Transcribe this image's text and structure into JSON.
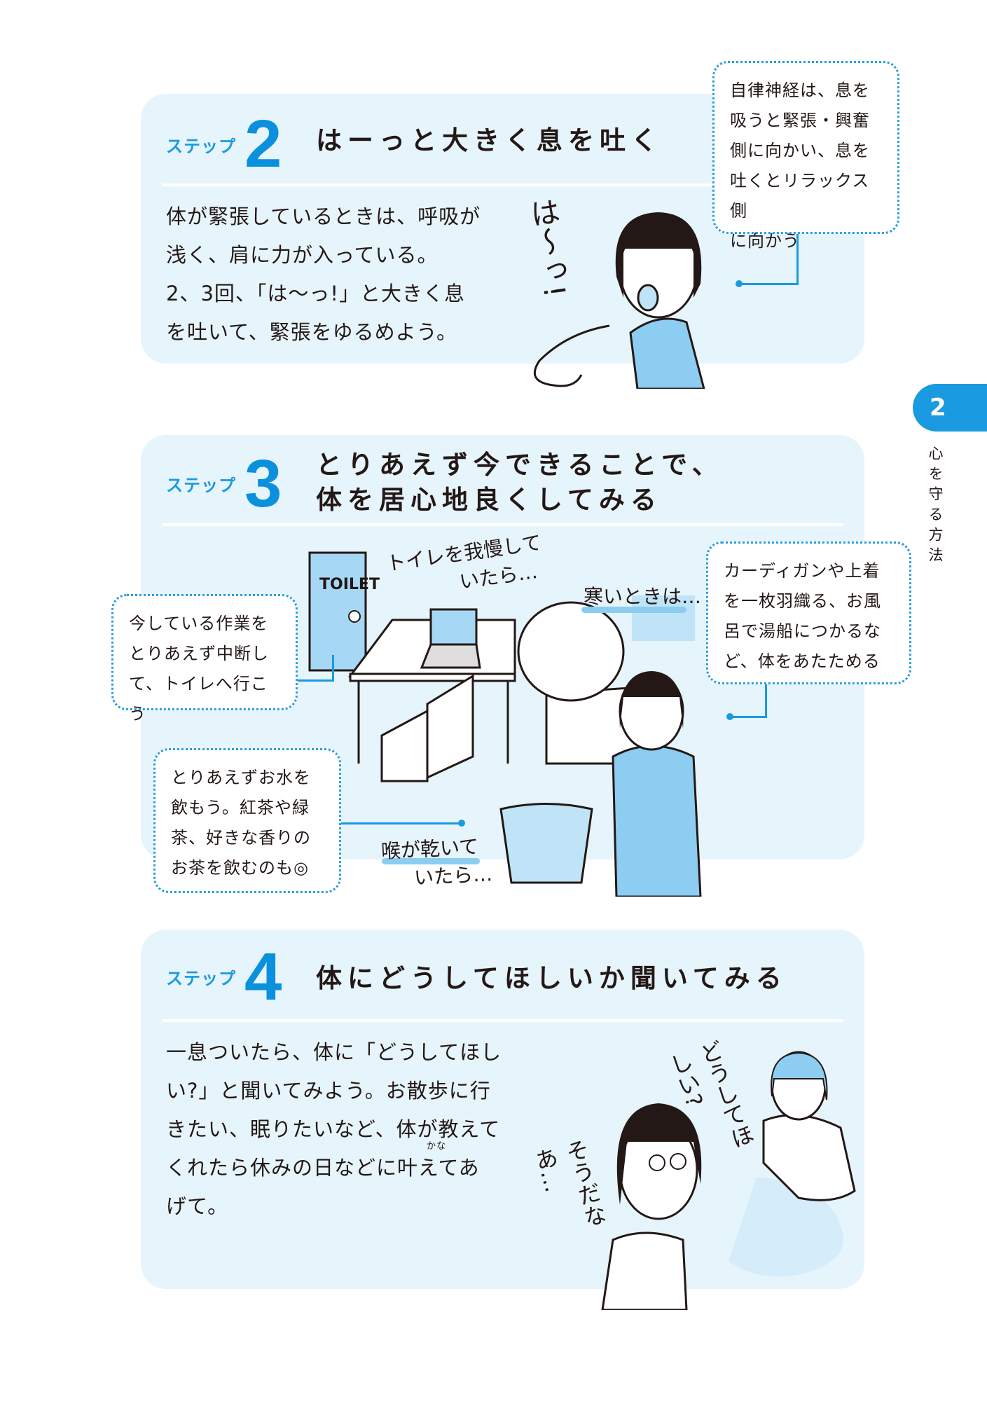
{
  "side_tab": {
    "chapter": "2",
    "label": "心を守る方法"
  },
  "step_label": "ステップ",
  "steps": [
    {
      "number": "2",
      "title": "はーっと大きく息を吐く",
      "body": [
        "体が緊張しているときは、呼吸が",
        "浅く、肩に力が入っている。",
        "2、3回、「は〜っ!」と大きく息",
        "を吐いて、緊張をゆるめよう。"
      ],
      "callout": [
        "自律神経は、息を",
        "吸うと緊張・興奮",
        "側に向かい、息を",
        "吐くとリラックス側",
        "に向かう"
      ],
      "speech": "は〜っ!"
    },
    {
      "number": "3",
      "title_lines": [
        "とりあえず今できることで、",
        "体を居心地良くしてみる"
      ],
      "callouts": {
        "toilet": [
          "今している作業を",
          "とりあえず中断し",
          "て、トイレへ行こう"
        ],
        "warm": [
          "カーディガンや上着",
          "を一枚羽織る、お風",
          "呂で湯船につかるな",
          "ど、体をあたためる"
        ],
        "water": [
          "とりあえずお水を",
          "飲もう。紅茶や緑",
          "茶、好きな香りの",
          "お茶を飲むのも◎"
        ]
      },
      "notes": {
        "toilet": [
          "トイレを我慢して",
          "いたら…"
        ],
        "cold": "寒いときは…",
        "throat": [
          "喉が乾いて",
          "いたら…"
        ]
      },
      "door_sign": "TOILET"
    },
    {
      "number": "4",
      "title": "体にどうしてほしいか聞いてみる",
      "body": [
        "一息ついたら、体に「どうしてほし",
        "い?」と聞いてみよう。お散歩に行",
        "きたい、眠りたいなど、体が教えて",
        "くれたら休みの日などに叶えてあ",
        "げて。"
      ],
      "ruby": "かな",
      "speech_body": "どうしてほしい?",
      "speech_self": "そうだなあ…"
    }
  ]
}
